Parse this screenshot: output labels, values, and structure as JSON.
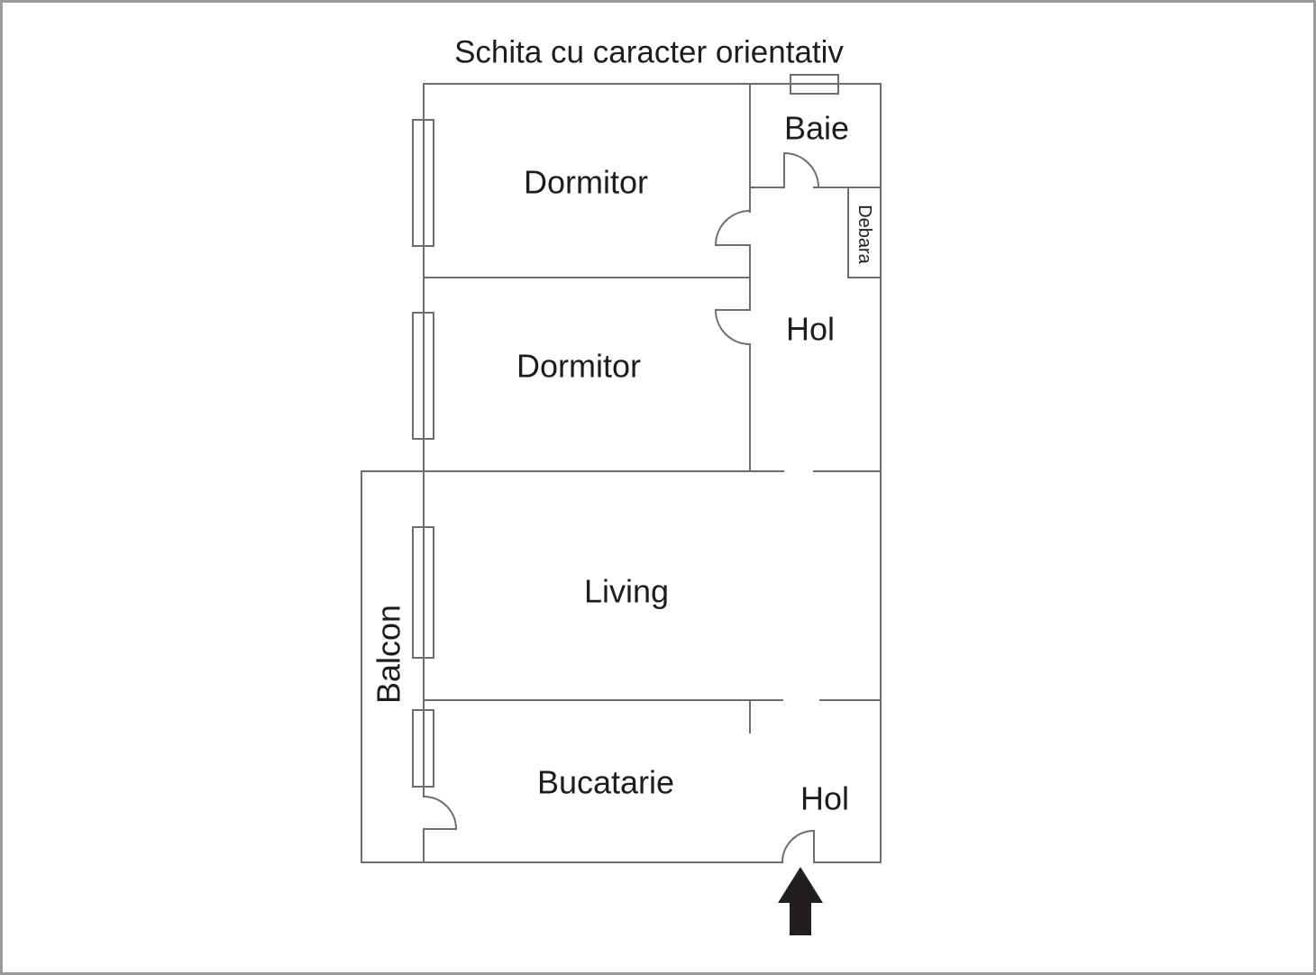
{
  "title": "Schita cu caracter orientativ",
  "rooms": {
    "dormitor_1": {
      "label": "Dormitor"
    },
    "baie": {
      "label": "Baie"
    },
    "debara": {
      "label": "Debara"
    },
    "dormitor_2": {
      "label": "Dormitor"
    },
    "hol_upper": {
      "label": "Hol"
    },
    "living": {
      "label": "Living"
    },
    "balcon": {
      "label": "Balcon"
    },
    "bucatarie": {
      "label": "Bucatarie"
    },
    "hol_lower": {
      "label": "Hol"
    }
  },
  "icons": {
    "entrance_arrow": "arrow-up"
  },
  "colors": {
    "wall": "#6e6e6e",
    "text": "#1d1d1b",
    "arrow": "#231f20",
    "background": "#ffffff",
    "canvas_border": "#9a9a9a"
  }
}
